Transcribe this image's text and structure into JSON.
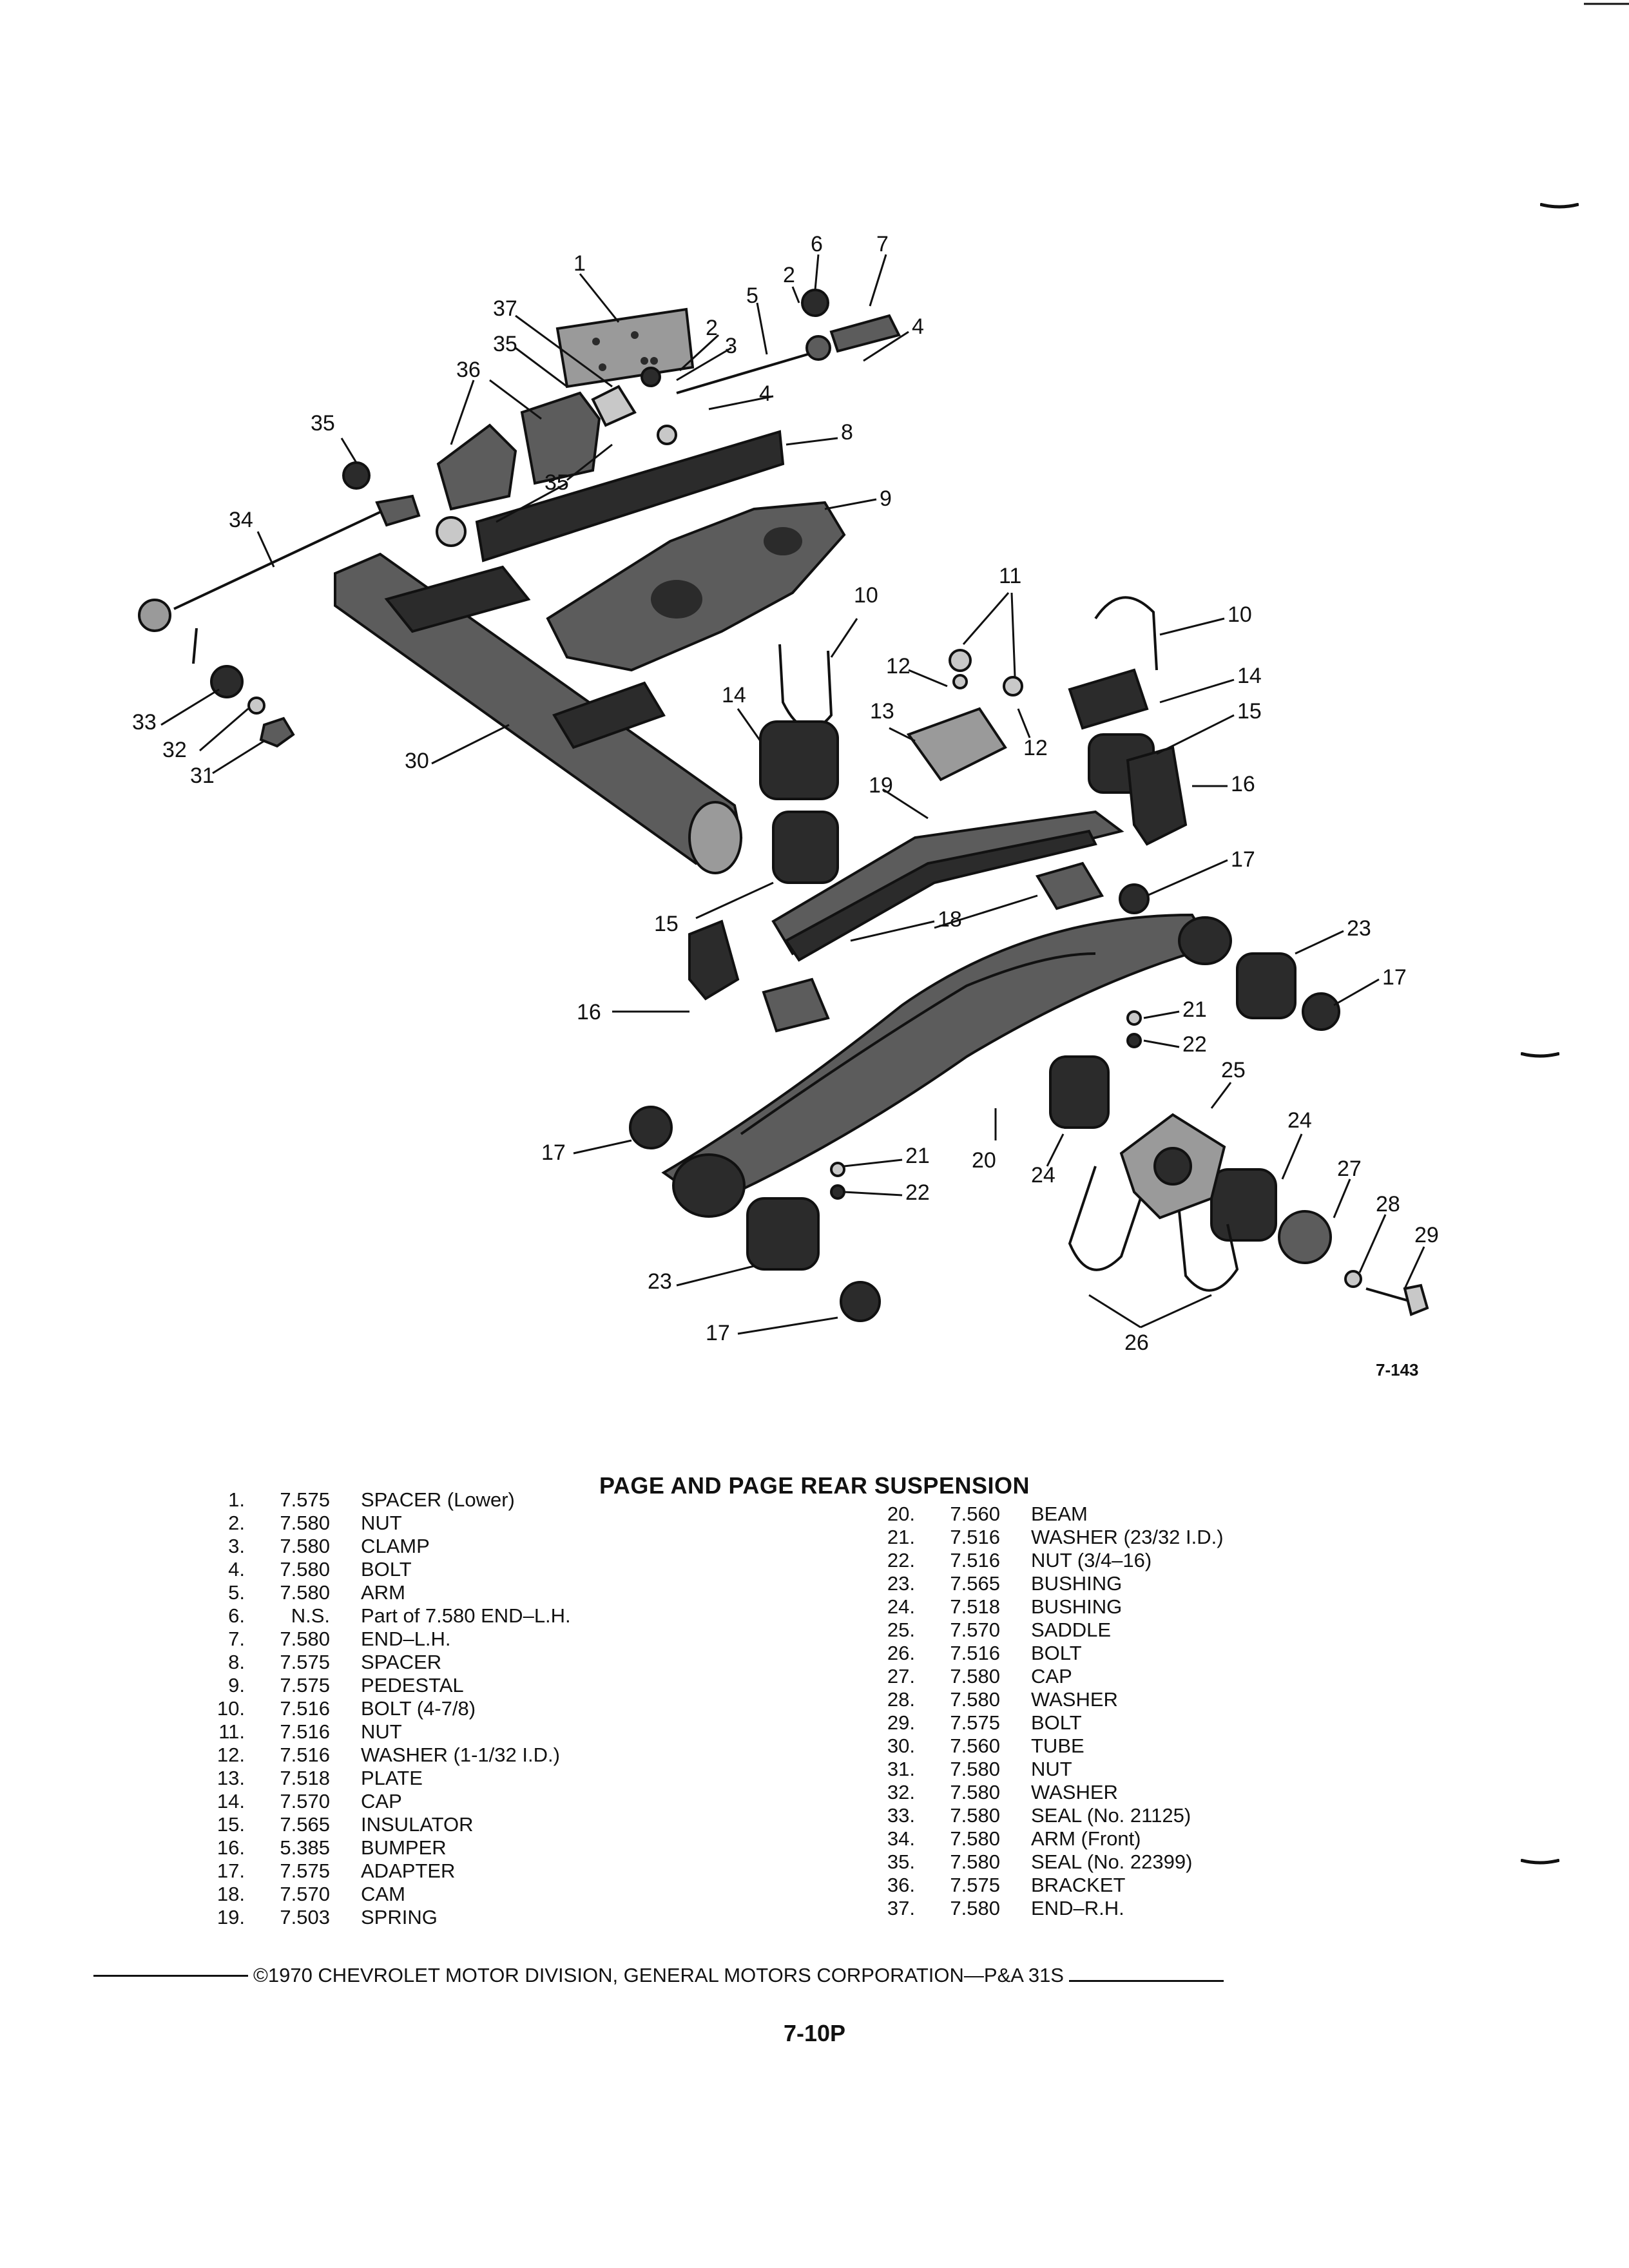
{
  "diagram": {
    "figure_code": "7-143",
    "callouts": [
      "1",
      "2",
      "3",
      "4",
      "5",
      "6",
      "7",
      "8",
      "9",
      "10",
      "11",
      "12",
      "13",
      "14",
      "15",
      "16",
      "17",
      "18",
      "19",
      "20",
      "21",
      "22",
      "23",
      "24",
      "25",
      "26",
      "27",
      "28",
      "29",
      "30",
      "31",
      "32",
      "33",
      "34",
      "35",
      "36",
      "37"
    ]
  },
  "title": "PAGE AND PAGE REAR SUSPENSION",
  "parts_left": [
    {
      "num": "1.",
      "code": "7.575",
      "desc": "SPACER (Lower)"
    },
    {
      "num": "2.",
      "code": "7.580",
      "desc": "NUT"
    },
    {
      "num": "3.",
      "code": "7.580",
      "desc": "CLAMP"
    },
    {
      "num": "4.",
      "code": "7.580",
      "desc": "BOLT"
    },
    {
      "num": "5.",
      "code": "7.580",
      "desc": "ARM"
    },
    {
      "num": "6.",
      "code": "N.S.",
      "desc": "Part of 7.580 END–L.H."
    },
    {
      "num": "7.",
      "code": "7.580",
      "desc": "END–L.H."
    },
    {
      "num": "8.",
      "code": "7.575",
      "desc": "SPACER"
    },
    {
      "num": "9.",
      "code": "7.575",
      "desc": "PEDESTAL"
    },
    {
      "num": "10.",
      "code": "7.516",
      "desc": "BOLT (4-7/8)"
    },
    {
      "num": "11.",
      "code": "7.516",
      "desc": "NUT"
    },
    {
      "num": "12.",
      "code": "7.516",
      "desc": "WASHER (1-1/32 I.D.)"
    },
    {
      "num": "13.",
      "code": "7.518",
      "desc": "PLATE"
    },
    {
      "num": "14.",
      "code": "7.570",
      "desc": "CAP"
    },
    {
      "num": "15.",
      "code": "7.565",
      "desc": "INSULATOR"
    },
    {
      "num": "16.",
      "code": "5.385",
      "desc": "BUMPER"
    },
    {
      "num": "17.",
      "code": "7.575",
      "desc": "ADAPTER"
    },
    {
      "num": "18.",
      "code": "7.570",
      "desc": "CAM"
    },
    {
      "num": "19.",
      "code": "7.503",
      "desc": "SPRING"
    }
  ],
  "parts_right": [
    {
      "num": "20.",
      "code": "7.560",
      "desc": "BEAM"
    },
    {
      "num": "21.",
      "code": "7.516",
      "desc": "WASHER (23/32 I.D.)"
    },
    {
      "num": "22.",
      "code": "7.516",
      "desc": "NUT (3/4–16)"
    },
    {
      "num": "23.",
      "code": "7.565",
      "desc": "BUSHING"
    },
    {
      "num": "24.",
      "code": "7.518",
      "desc": "BUSHING"
    },
    {
      "num": "25.",
      "code": "7.570",
      "desc": "SADDLE"
    },
    {
      "num": "26.",
      "code": "7.516",
      "desc": "BOLT"
    },
    {
      "num": "27.",
      "code": "7.580",
      "desc": "CAP"
    },
    {
      "num": "28.",
      "code": "7.580",
      "desc": "WASHER"
    },
    {
      "num": "29.",
      "code": "7.575",
      "desc": "BOLT"
    },
    {
      "num": "30.",
      "code": "7.560",
      "desc": "TUBE"
    },
    {
      "num": "31.",
      "code": "7.580",
      "desc": "NUT"
    },
    {
      "num": "32.",
      "code": "7.580",
      "desc": "WASHER"
    },
    {
      "num": "33.",
      "code": "7.580",
      "desc": "SEAL (No. 21125)"
    },
    {
      "num": "34.",
      "code": "7.580",
      "desc": "ARM (Front)"
    },
    {
      "num": "35.",
      "code": "7.580",
      "desc": "SEAL (No. 22399)"
    },
    {
      "num": "36.",
      "code": "7.575",
      "desc": "BRACKET"
    },
    {
      "num": "37.",
      "code": "7.580",
      "desc": "END–R.H."
    }
  ],
  "copyright": "©1970 CHEVROLET MOTOR DIVISION, GENERAL MOTORS CORPORATION—P&A 31S",
  "page_number": "7-10P"
}
